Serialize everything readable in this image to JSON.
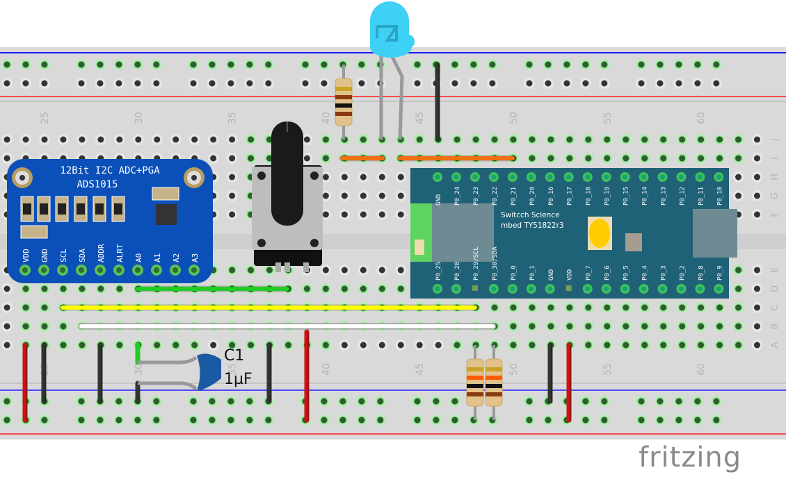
{
  "app": {
    "name": "Fritzing",
    "view": "Breadboard View",
    "logo_text": "fritzing"
  },
  "breadboard": {
    "columns_first": 23,
    "columns_last": 64,
    "column_labels": [
      25,
      30,
      35,
      40,
      45,
      50,
      55,
      60
    ],
    "row_labels_top": [
      "J",
      "I",
      "H",
      "G",
      "F"
    ],
    "row_labels_bottom": [
      "E",
      "D",
      "C",
      "B",
      "A"
    ],
    "colors": {
      "board": "#d9d9d9",
      "rail_blue": "#1a1aff",
      "rail_red": "#ff1a1a",
      "hole": "#333333",
      "hole_connected": "#2e5e2e",
      "glow": "#8fe08f"
    }
  },
  "components": {
    "adc": {
      "title": "12Bit I2C ADC+PGA",
      "part": "ADS1015",
      "pins": [
        "VDD",
        "GND",
        "SCL",
        "SDA",
        "ADDR",
        "ALRT",
        "A0",
        "A1",
        "A2",
        "A3"
      ],
      "color": "#0b50b8"
    },
    "mbed": {
      "brand": "Switcch Science",
      "model": "mbed TY51822r3",
      "top_pins": [
        "GND",
        "P0_24",
        "P0_23",
        "P0_22",
        "P0_21",
        "P0_20",
        "P0_16",
        "P0_17",
        "P0_18",
        "P0_19",
        "P0_15",
        "P0_14",
        "P0_13",
        "P0_12",
        "P0_11",
        "P0_10"
      ],
      "bottom_pins": [
        "P0_25",
        "P0_28",
        "P0_29/SCL",
        "P0_30/SDA",
        "P0_0",
        "P0_1",
        "GND",
        "VDD",
        "P0_7",
        "P0_6",
        "P0_5",
        "P0_4",
        "P0_3",
        "P0_2",
        "P0_8",
        "P0_9"
      ],
      "color": "#1f6277"
    },
    "capacitor": {
      "label": "C1",
      "value": "1µF"
    },
    "led": {
      "color": "#3fd0f5"
    },
    "potentiometer": {
      "type": "rotary"
    }
  },
  "wires": [
    {
      "color": "#f07010",
      "from": "I40",
      "to": "I44",
      "name": "orange-wire-1"
    },
    {
      "color": "#f07010",
      "from": "I45",
      "to": "I50",
      "name": "orange-wire-2"
    },
    {
      "color": "#22cc22",
      "from": "E30",
      "to": "E38",
      "name": "green-wire"
    },
    {
      "color": "#ffff00",
      "from": "D26",
      "to": "D48",
      "name": "yellow-wire"
    },
    {
      "color": "#ffffff",
      "from": "C27",
      "to": "C49",
      "name": "white-wire"
    }
  ]
}
